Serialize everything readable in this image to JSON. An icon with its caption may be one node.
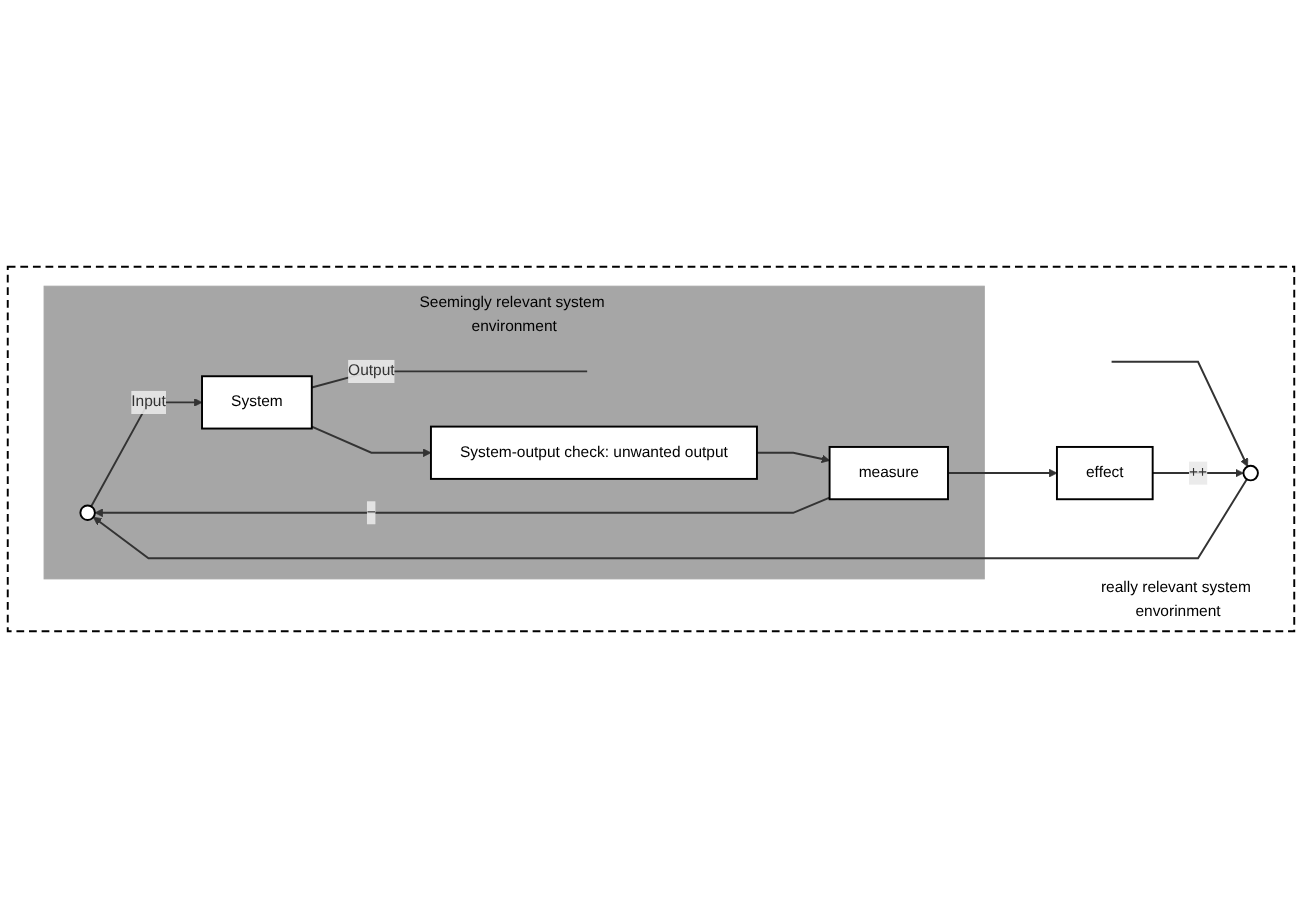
{
  "diagram": {
    "nodes": [
      {
        "text": [
          "really relevant system envorinment"
        ]
      },
      {
        "text": [
          "Seemingly relevant system environment"
        ],
        "in": 0
      },
      {
        "text": [],
        "shape": "circle",
        "in": 0
      },
      {
        "text": [],
        "shape": "circle",
        "in": 1
      },
      {
        "text": [
          "System"
        ],
        "in": 1
      },
      {
        "text": [
          "System-output check: unwanted output"
        ],
        "in": 1
      },
      {
        "text": [
          "effect"
        ],
        "in": 0
      },
      {
        "text": [
          "measure"
        ],
        "in": 1
      }
    ],
    "edges": [
      {
        "from": null,
        "to": 2,
        "arrow": "to"
      },
      {
        "from": 2,
        "to": 3,
        "arrow": "to"
      },
      {
        "from": 3,
        "to": 4,
        "arrow": "to",
        "label": "Input"
      },
      {
        "from": 4,
        "to": null,
        "arrow": "none",
        "label": "Output"
      },
      {
        "from": 4,
        "to": 5,
        "arrow": "to"
      },
      {
        "from": 5,
        "to": 7,
        "arrow": "to"
      },
      {
        "from": 7,
        "to": 3,
        "arrow": "to",
        "label": "−"
      },
      {
        "from": 7,
        "to": 6,
        "arrow": "to"
      },
      {
        "from": 6,
        "to": 2,
        "arrow": "to",
        "label": "++"
      }
    ]
  }
}
